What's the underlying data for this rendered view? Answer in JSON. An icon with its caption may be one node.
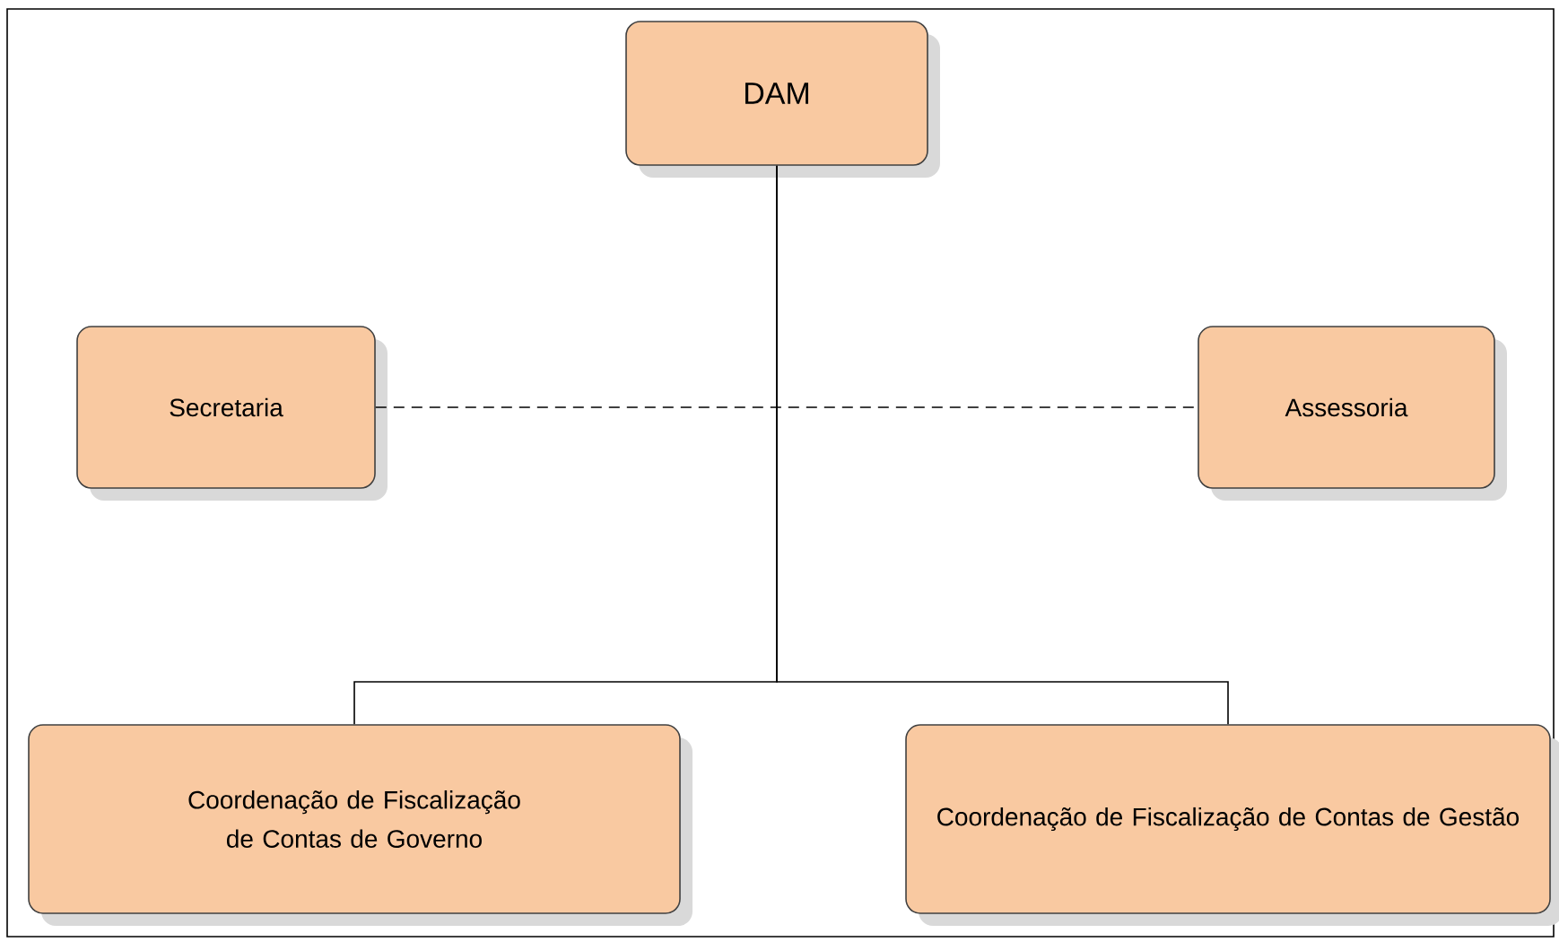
{
  "diagram": {
    "nodes": [
      {
        "text": [
          "DAM"
        ]
      },
      {
        "text": [
          "Secretaria"
        ]
      },
      {
        "text": [
          "Assessoria"
        ]
      },
      {
        "text": [
          "Coordenação de Fiscalização de Contas de Governo"
        ]
      },
      {
        "text": [
          "Coordenação de Fiscalização de Contas de Gestão"
        ]
      }
    ],
    "edges": [
      {
        "from": 0,
        "to": 3,
        "arrow": "none"
      },
      {
        "from": 0,
        "to": 4,
        "arrow": "none"
      },
      {
        "from": 1,
        "to": 2,
        "arrow": "none",
        "style": "dashed"
      }
    ]
  }
}
